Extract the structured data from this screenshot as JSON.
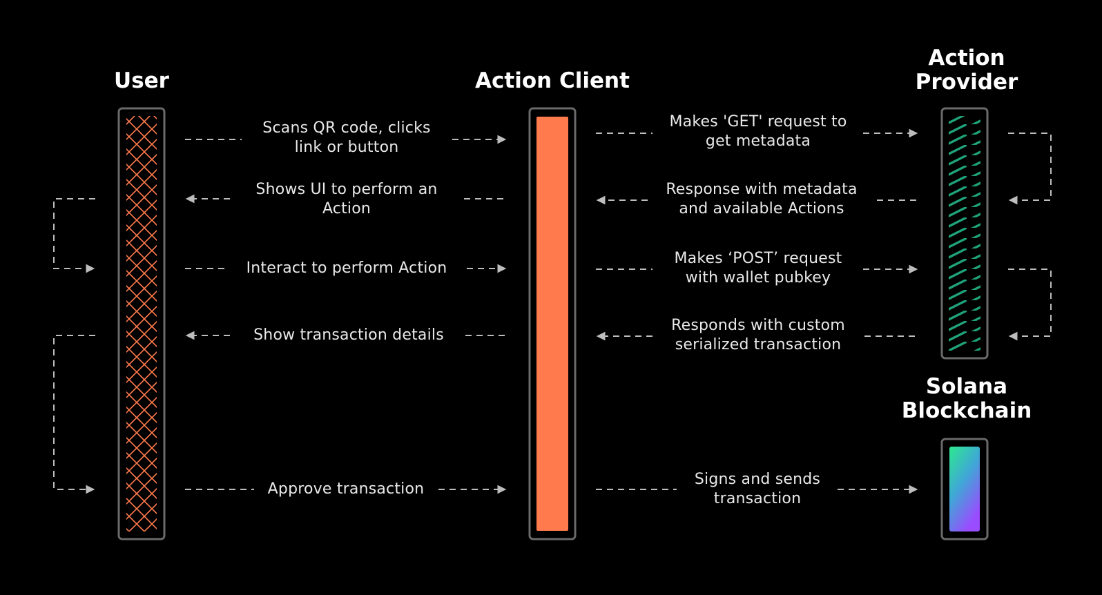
{
  "actors": {
    "user": "User",
    "client": "Action Client",
    "provider": "Action\nProvider",
    "blockchain": "Solana\nBlockchain"
  },
  "messages": {
    "m1": "Scans QR code, clicks\nlink or button",
    "m2": "Shows UI to perform an\nAction",
    "m3": "Interact to perform Action",
    "m4": "Show transaction details",
    "m5": "Approve transaction",
    "p1": "Makes 'GET' request to\nget metadata",
    "p2": "Response with metadata\nand available Actions",
    "p3": "Makes ‘POST’ request\nwith wallet pubkey",
    "p4": "Responds with custom\nserialized transaction",
    "p5": "Signs and sends\ntransaction"
  },
  "colors": {
    "background": "#000000",
    "user_lattice": "#ff7a4d",
    "client_fill": "#ff7a4d",
    "provider_stripes": "#1fa37a",
    "blockchain_gradient": [
      "#2ee98f",
      "#9a4cff"
    ],
    "frame": "#6a6a6a",
    "dash": "#bdbdbd"
  },
  "icons": {
    "arrowhead": "triangle-arrow-icon"
  }
}
